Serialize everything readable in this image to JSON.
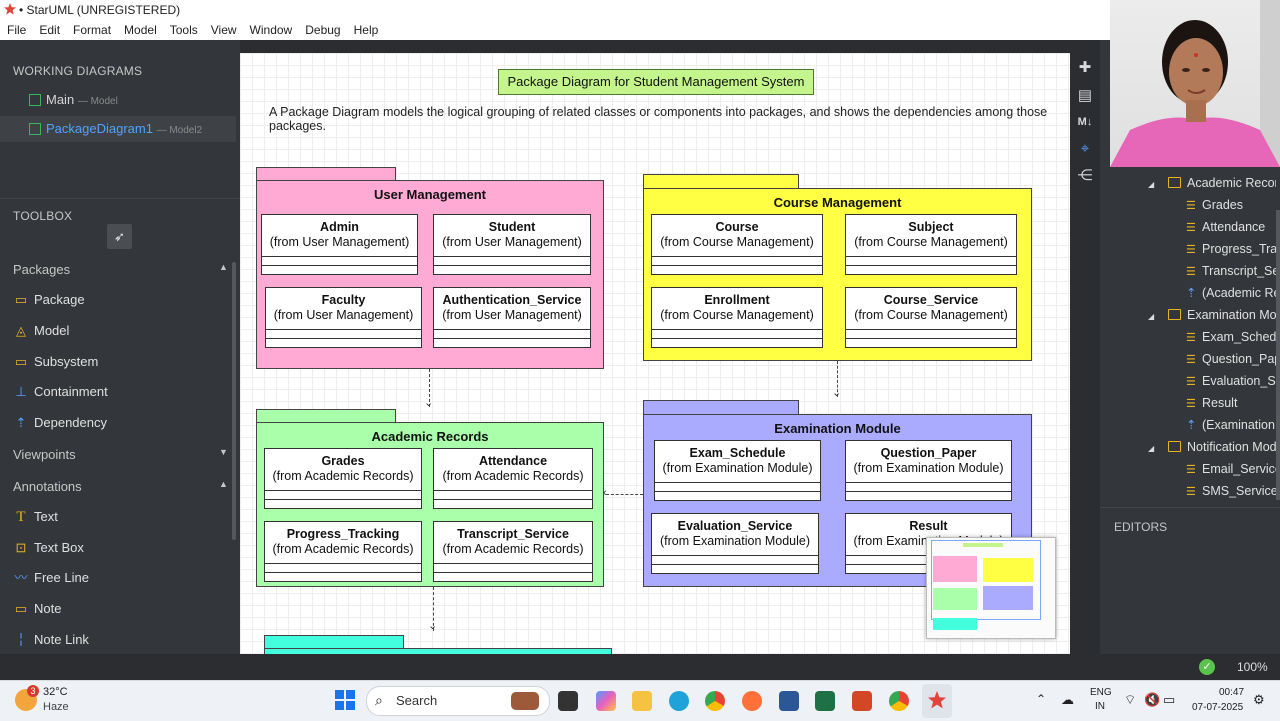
{
  "window": {
    "title": "• StarUML (UNREGISTERED)"
  },
  "menu": [
    "File",
    "Edit",
    "Format",
    "Model",
    "Tools",
    "View",
    "Window",
    "Debug",
    "Help"
  ],
  "working_diagrams": {
    "header": "WORKING DIAGRAMS",
    "items": [
      {
        "name": "Main",
        "sub": "— Model"
      },
      {
        "name": "PackageDiagram1",
        "sub": "— Model2"
      }
    ]
  },
  "toolbox": {
    "header": "TOOLBOX",
    "groups": {
      "packages": "Packages",
      "viewpoints": "Viewpoints",
      "annotations": "Annotations"
    },
    "package_items": [
      "Package",
      "Model",
      "Subsystem",
      "Containment",
      "Dependency"
    ],
    "annotation_items": [
      "Text",
      "Text Box",
      "Free Line",
      "Note",
      "Note Link"
    ]
  },
  "diagram": {
    "title": "Package Diagram for Student Management System",
    "description": "A Package Diagram models the logical grouping of related classes or components into packages, and shows the dependencies among those packages.",
    "packages": [
      {
        "name": "User Management",
        "color": "#ffaad4",
        "classes": [
          {
            "name": "Admin",
            "from": "(from User Management)"
          },
          {
            "name": "Student",
            "from": "(from User Management)"
          },
          {
            "name": "Faculty",
            "from": "(from User Management)"
          },
          {
            "name": "Authentication_Service",
            "from": "(from User Management)"
          }
        ]
      },
      {
        "name": "Course Management",
        "color": "#ffff44",
        "classes": [
          {
            "name": "Course",
            "from": "(from Course Management)"
          },
          {
            "name": "Subject",
            "from": "(from Course Management)"
          },
          {
            "name": "Enrollment",
            "from": "(from Course Management)"
          },
          {
            "name": "Course_Service",
            "from": "(from Course Management)"
          }
        ]
      },
      {
        "name": "Academic Records",
        "color": "#aaffaa",
        "classes": [
          {
            "name": "Grades",
            "from": "(from Academic Records)"
          },
          {
            "name": "Attendance",
            "from": "(from Academic Records)"
          },
          {
            "name": "Progress_Tracking",
            "from": "(from Academic Records)"
          },
          {
            "name": "Transcript_Service",
            "from": "(from Academic Records)"
          }
        ]
      },
      {
        "name": "Examination Module",
        "color": "#aaaaff",
        "classes": [
          {
            "name": "Exam_Schedule",
            "from": "(from Examination Module)"
          },
          {
            "name": "Question_Paper",
            "from": "(from Examination Module)"
          },
          {
            "name": "Evaluation_Service",
            "from": "(from Examination Module)"
          },
          {
            "name": "Result",
            "from": "(from Examination Module)"
          }
        ]
      }
    ],
    "next_package_color": "#44ffdd"
  },
  "model_tree": [
    {
      "label": "Academic Records",
      "kind": "folder"
    },
    {
      "label": "Grades",
      "kind": "class"
    },
    {
      "label": "Attendance",
      "kind": "class"
    },
    {
      "label": "Progress_Tracking",
      "kind": "class"
    },
    {
      "label": "Transcript_Service",
      "kind": "class"
    },
    {
      "label": "(Academic Records)",
      "kind": "dep"
    },
    {
      "label": "Examination Module",
      "kind": "folder"
    },
    {
      "label": "Exam_Schedule",
      "kind": "class"
    },
    {
      "label": "Question_Paper",
      "kind": "class"
    },
    {
      "label": "Evaluation_Service",
      "kind": "class"
    },
    {
      "label": "Result",
      "kind": "class"
    },
    {
      "label": "(Examination Module)",
      "kind": "dep"
    },
    {
      "label": "Notification Module",
      "kind": "folder"
    },
    {
      "label": "Email_Service",
      "kind": "class"
    },
    {
      "label": "SMS_Service",
      "kind": "class"
    }
  ],
  "editors": {
    "header": "EDITORS"
  },
  "status": {
    "zoom": "100%"
  },
  "taskbar": {
    "weather_temp": "32°C",
    "weather_desc": "Haze",
    "weather_badge": "3",
    "search": "Search",
    "lang1": "ENG",
    "lang2": "IN",
    "time": "00:47",
    "date": "07-07-2025"
  }
}
